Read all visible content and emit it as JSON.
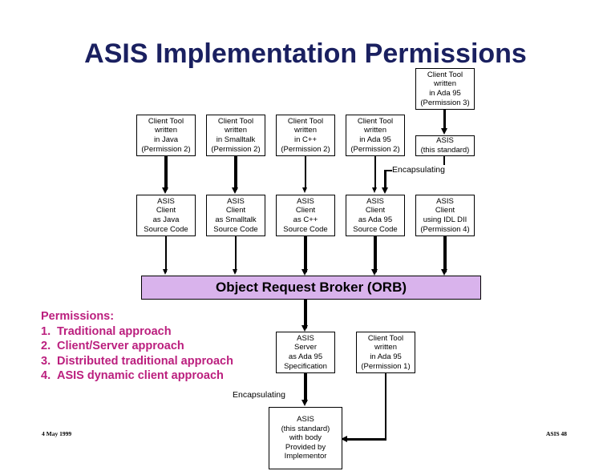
{
  "slide": {
    "title": "ASIS Implementation Permissions",
    "footer_left": "4 May 1999",
    "footer_right": "ASIS 48"
  },
  "orb": {
    "label": "Object Request Broker (ORB)",
    "fill": "#d9b3ec"
  },
  "permissions": {
    "heading": "Permissions:",
    "items": [
      {
        "num": "1.",
        "text": "Traditional approach"
      },
      {
        "num": "2.",
        "text": "Client/Server approach"
      },
      {
        "num": "3.",
        "text": "Distributed traditional approach"
      },
      {
        "num": "4.",
        "text": "ASIS dynamic client approach"
      }
    ],
    "color": "#bb1f7e"
  },
  "labels": {
    "encapsulating_top": "Encapsulating",
    "encapsulating_bottom": "Encapsulating"
  },
  "boxes": {
    "top_client_ada_p3": [
      "Client Tool",
      "written",
      "in Ada 95",
      "(Permission 3)"
    ],
    "row1_java": [
      "Client Tool",
      "written",
      "in Java",
      "(Permission 2)"
    ],
    "row1_smalltalk": [
      "Client Tool",
      "written",
      "in Smalltalk",
      "(Permission 2)"
    ],
    "row1_cpp": [
      "Client Tool",
      "written",
      "in C++",
      "(Permission 2)"
    ],
    "row1_ada": [
      "Client Tool",
      "written",
      "in Ada 95",
      "(Permission 2)"
    ],
    "row1_asis_std": [
      "ASIS",
      "(this standard)"
    ],
    "row2_java": [
      "ASIS",
      "Client",
      "as Java",
      "Source Code"
    ],
    "row2_smalltalk": [
      "ASIS",
      "Client",
      "as Smalltalk",
      "Source Code"
    ],
    "row2_cpp": [
      "ASIS",
      "Client",
      "as C++",
      "Source Code"
    ],
    "row2_ada": [
      "ASIS",
      "Client",
      "as Ada 95",
      "Source Code"
    ],
    "row2_idl": [
      "ASIS",
      "Client",
      "using  IDL DII",
      "(Permission 4)"
    ],
    "server_ada": [
      "ASIS",
      "Server",
      "as Ada 95",
      "Specification"
    ],
    "client_ada_p1": [
      "Client Tool",
      "written",
      "in Ada 95",
      "(Permission 1)"
    ],
    "asis_body": [
      "ASIS",
      "(this standard)",
      "with body",
      "Provided by",
      "Implementor"
    ]
  }
}
